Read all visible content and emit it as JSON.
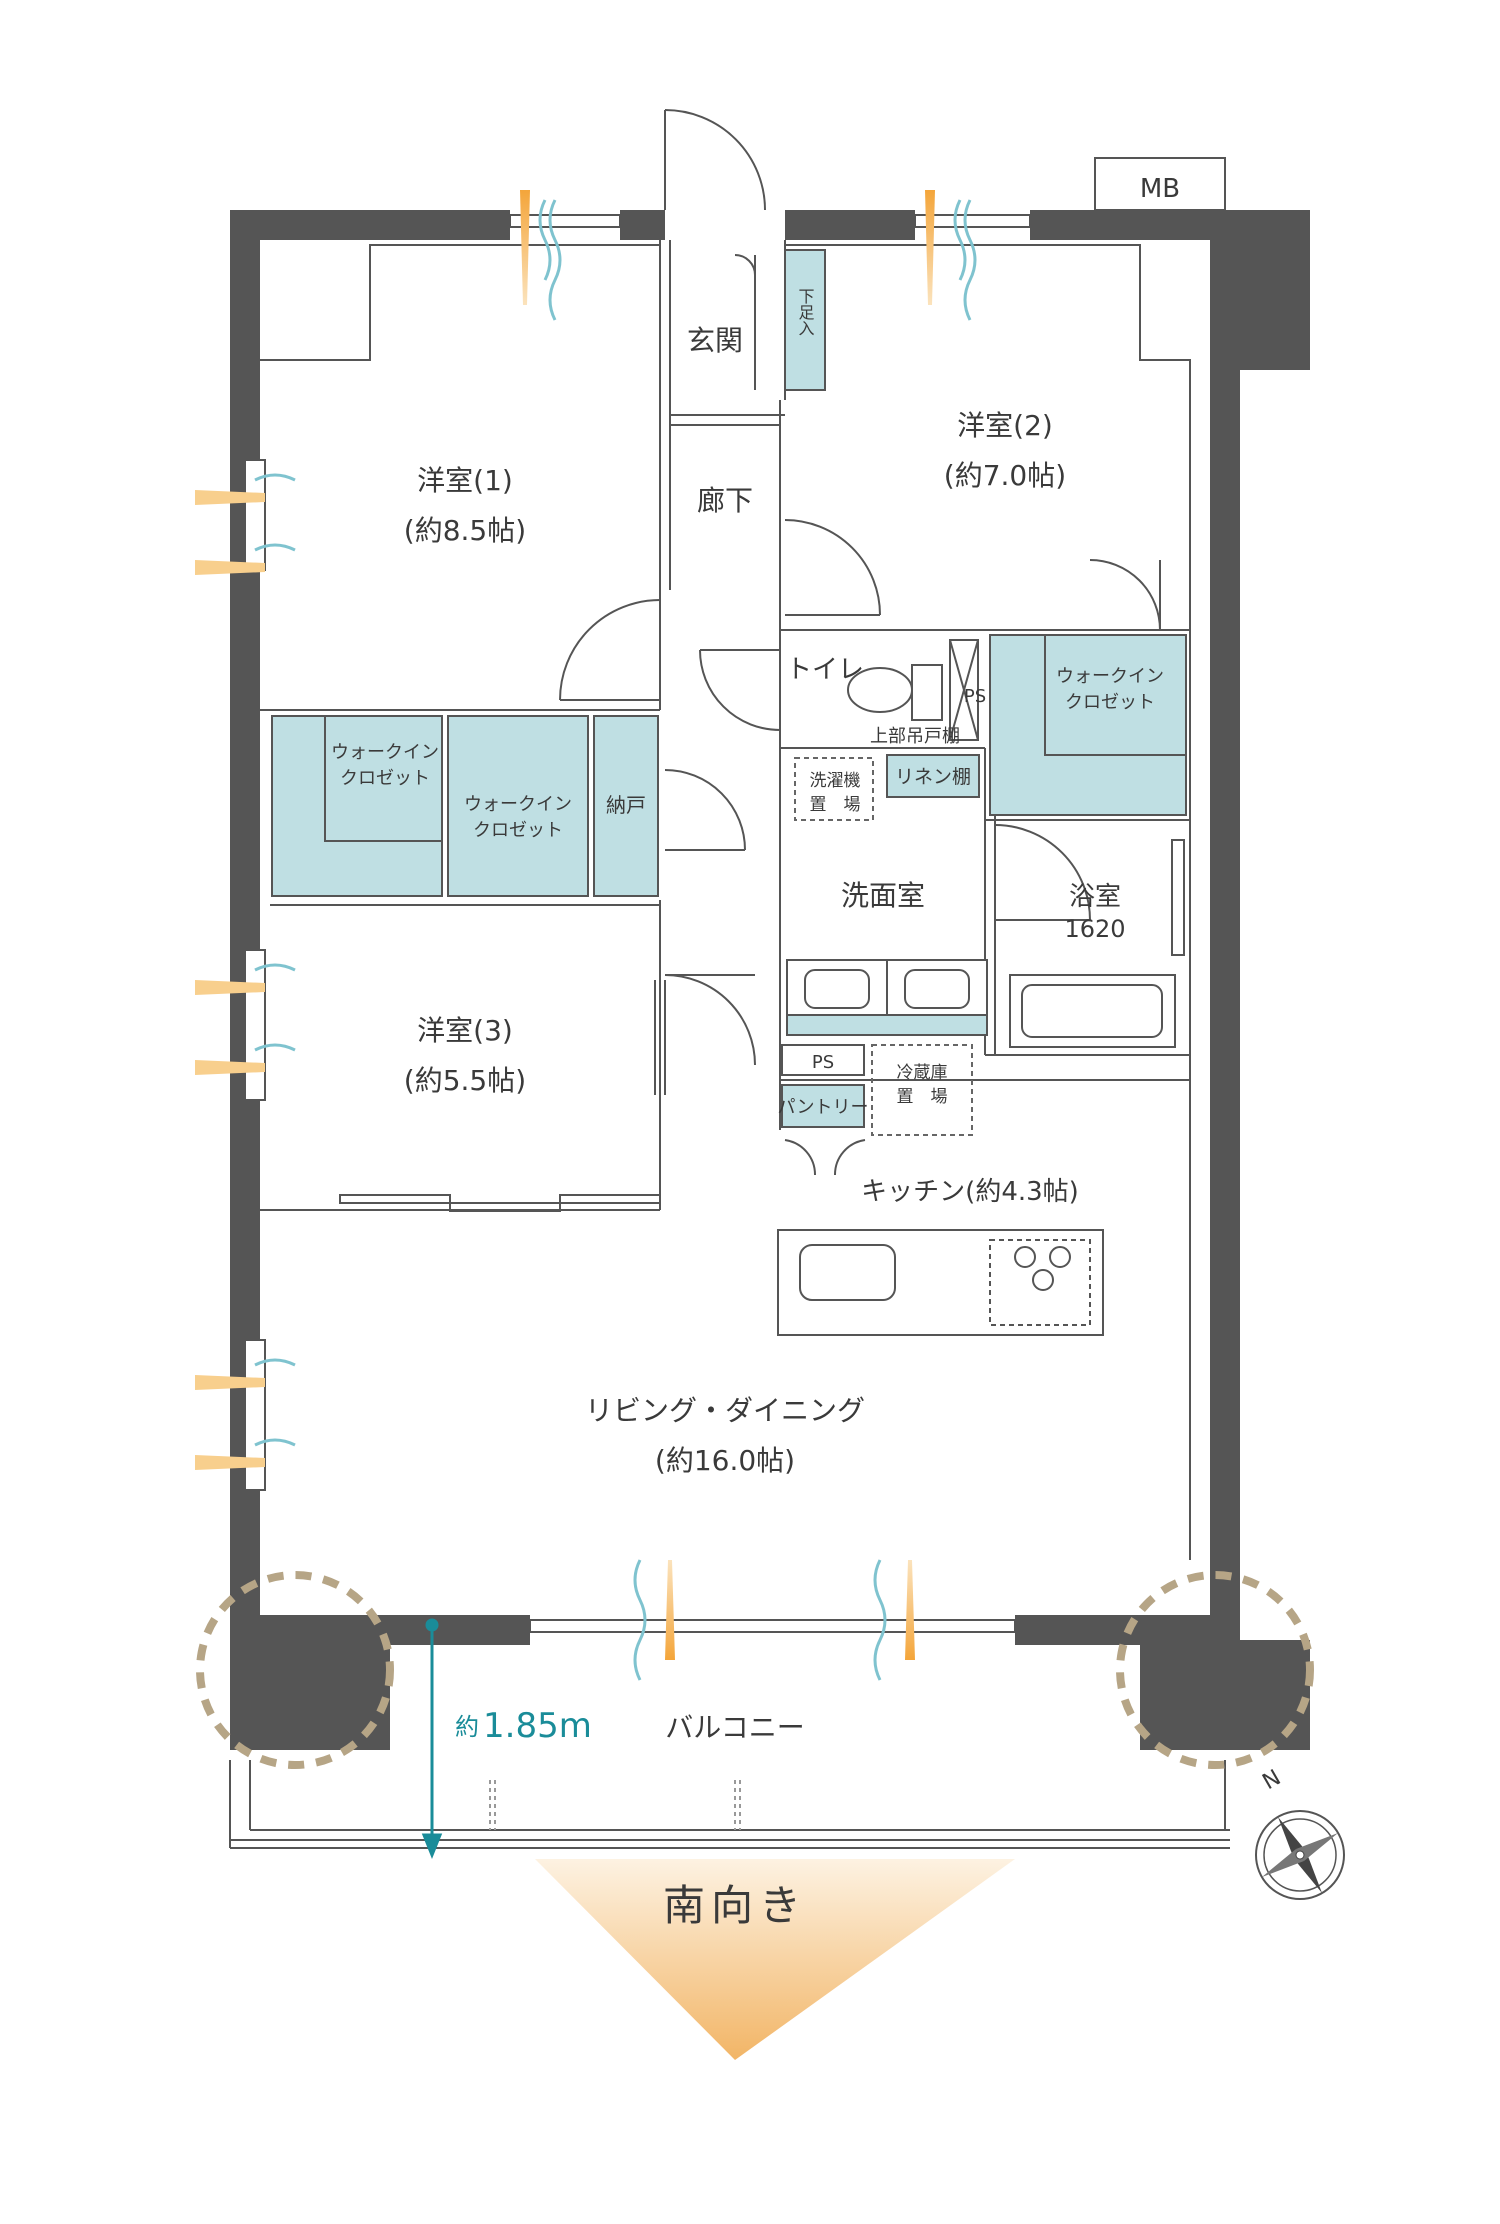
{
  "rooms": {
    "mb": "MB",
    "genkan": "玄関",
    "getabako": "下足入",
    "room1_name": "洋室(1)",
    "room1_size": "(約8.5帖)",
    "room2_name": "洋室(2)",
    "room2_size": "(約7.0帖)",
    "room3_name": "洋室(3)",
    "room3_size": "(約5.5帖)",
    "corridor": "廊下",
    "toilet": "トイレ",
    "ps1": "PS",
    "upper_cabinet": "上部吊戸棚",
    "linen": "リネン棚",
    "washer": [
      "洗濯機",
      "置　場"
    ],
    "wic1": [
      "ウォークイン",
      "クロゼット"
    ],
    "wic2": [
      "ウォークイン",
      "クロゼット"
    ],
    "wic3": [
      "ウォークイン",
      "クロゼット"
    ],
    "nando": "納戸",
    "washroom": "洗面室",
    "bath_name": "浴室",
    "bath_size": "1620",
    "ps2": "PS",
    "pantry": "パントリー",
    "fridge": [
      "冷蔵庫",
      "置　場"
    ],
    "kitchen": "キッチン(約4.3帖)",
    "living_name": "リビング・ダイニング",
    "living_size": "(約16.0帖)",
    "balcony": "バルコニー",
    "depth_prefix": "約",
    "depth_value": "1.85m",
    "orientation": "南向き",
    "compass_n": "N"
  },
  "colors": {
    "wall": "#555555",
    "storage": "#bfdfe3",
    "accent_teal": "#1a8c99",
    "airflow_blue": "#7fc3cf",
    "light_orange": "#f3b24a",
    "circle_tan": "#b6a586"
  }
}
